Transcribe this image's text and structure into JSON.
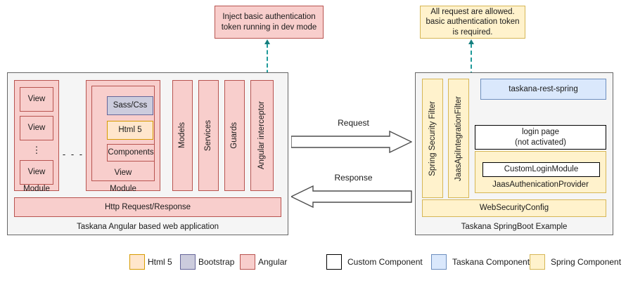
{
  "callouts": {
    "left": {
      "text": "Inject basic authentication token running in dev mode",
      "style": "angular"
    },
    "right": {
      "text": "All request are allowed. basic authentication token is required.",
      "style": "spring"
    }
  },
  "client_panel": {
    "caption": "Taskana Angular based web application",
    "module_a": {
      "label": "Module",
      "views": [
        "View",
        "View",
        "View"
      ],
      "ellipsis": "⋮"
    },
    "between_modules": "- - -",
    "module_b": {
      "label": "Module",
      "view_label": "View",
      "layers": [
        {
          "label": "Sass/Css",
          "style": "bootstrap"
        },
        {
          "label": "Html 5",
          "style": "html5"
        },
        {
          "label": "Components",
          "style": "angular"
        }
      ]
    },
    "columns": [
      "Models",
      "Services",
      "Guards",
      "Angular interceptor"
    ],
    "http_bar": "Http Request/Response"
  },
  "arrows": {
    "request": "Request",
    "response": "Response"
  },
  "server_panel": {
    "caption": "Taskana SpringBoot Example",
    "filters": [
      "Spring Security Filter",
      "JaasApiIntegrationFilter"
    ],
    "rest": "taskana-rest-spring",
    "login_page_line1": "login page",
    "login_page_line2": "(not activated)",
    "auth_provider": {
      "inner": "CustomLoginModule",
      "label": "JaasAuthenicationProvider"
    },
    "web_security_config": "WebSecurityConfig"
  },
  "legend": {
    "items": [
      {
        "label": "Html 5",
        "style": "html5",
        "color": "#ffe6cc"
      },
      {
        "label": "Bootstrap",
        "style": "bootstrap",
        "color": "#ccccdd"
      },
      {
        "label": "Angular",
        "style": "angular",
        "color": "#f8cecc"
      },
      {
        "label": "Custom Component",
        "style": "custom",
        "color": "#ffffff"
      },
      {
        "label": "Taskana Component",
        "style": "taskana",
        "color": "#dae8fc"
      },
      {
        "label": "Spring Component",
        "style": "spring",
        "color": "#fff2cc"
      }
    ]
  }
}
